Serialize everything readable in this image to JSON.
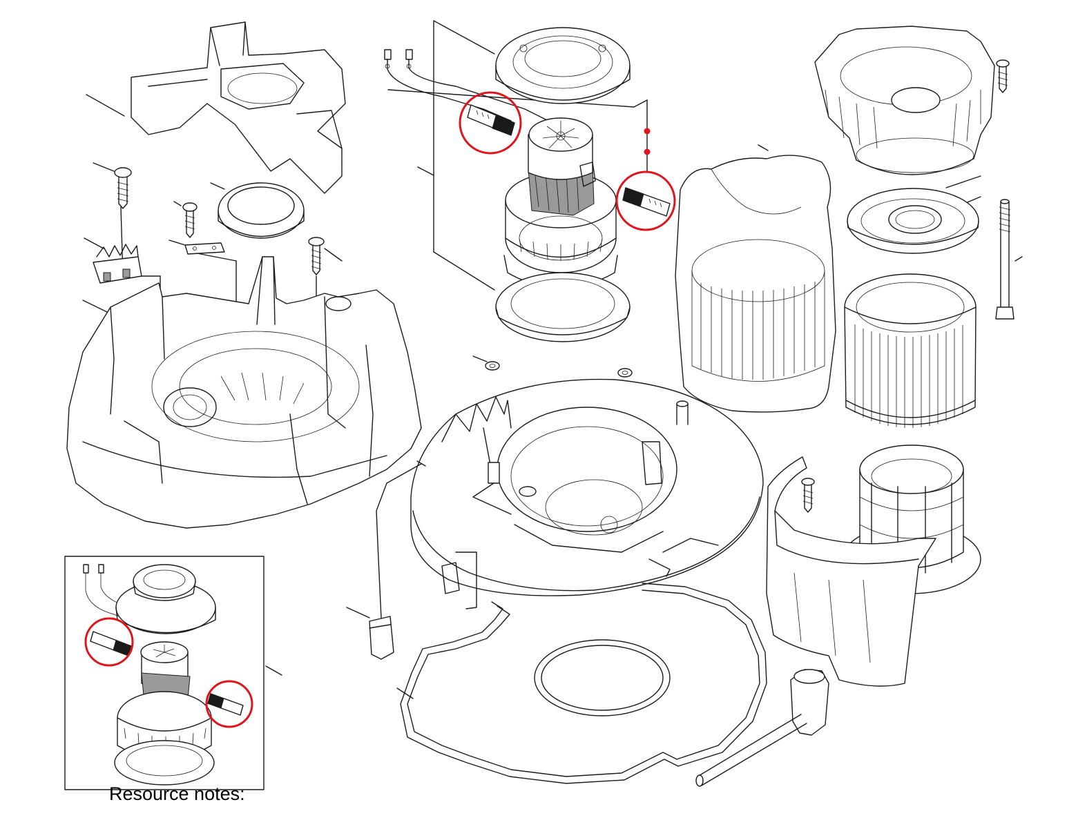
{
  "caption": "Resource notes:",
  "highlight_color": "#e0151b",
  "line_color": "#1a1a1a",
  "parts": [
    "deflector-housing",
    "screw",
    "clamp-ring",
    "cord-clamp",
    "strain-relief-bracket",
    "motor-housing-upper",
    "motor-top-gasket",
    "motor-fan-unit",
    "carbon-brush",
    "motor-bottom-gasket",
    "washer",
    "motor-base-plate",
    "power-cord-grommet",
    "seal-cord",
    "flat-gasket-ring",
    "filter-bag",
    "cartridge-filter",
    "filter-cover",
    "filter-retainer-disc",
    "long-bolt",
    "float-cage",
    "hose-deflector",
    "socket-wrench",
    "inset-motor-assembly"
  ]
}
